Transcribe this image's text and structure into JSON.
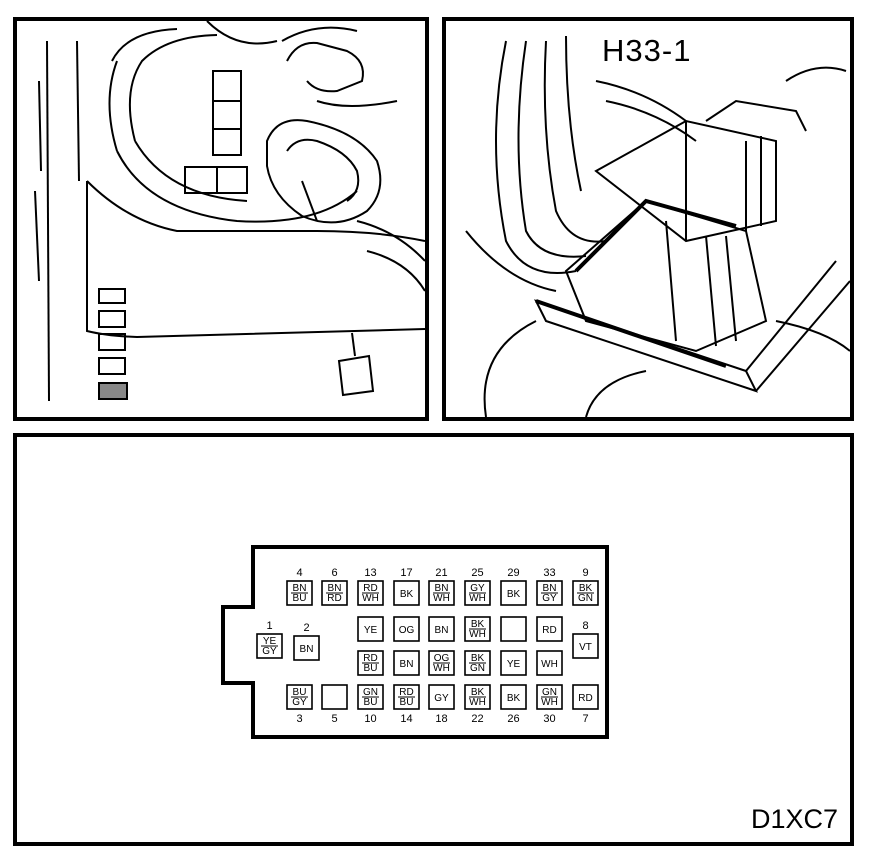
{
  "locator_label": "H33-1",
  "figure_code": "D1XC7",
  "connector": {
    "cells": [
      {
        "pin": "4",
        "colors": [
          "BN",
          "BU"
        ]
      },
      {
        "pin": "6",
        "colors": [
          "BN",
          "RD"
        ]
      },
      {
        "pin": "13",
        "colors": [
          "RD",
          "WH"
        ]
      },
      {
        "pin": "17",
        "colors": [
          "BK"
        ]
      },
      {
        "pin": "21",
        "colors": [
          "BN",
          "WH"
        ]
      },
      {
        "pin": "25",
        "colors": [
          "GY",
          "WH"
        ]
      },
      {
        "pin": "29",
        "colors": [
          "BK"
        ]
      },
      {
        "pin": "33",
        "colors": [
          "BN",
          "GY"
        ]
      },
      {
        "pin": "9",
        "colors": [
          "BK",
          "GN"
        ]
      },
      {
        "pin": "1",
        "colors": [
          "YE",
          "GY"
        ]
      },
      {
        "pin": "2",
        "colors": [
          "BN"
        ]
      },
      {
        "pin": "",
        "colors": [
          "YE"
        ]
      },
      {
        "pin": "",
        "colors": [
          "OG"
        ]
      },
      {
        "pin": "",
        "colors": [
          "BN"
        ]
      },
      {
        "pin": "",
        "colors": [
          "BK",
          "WH"
        ]
      },
      {
        "pin": "",
        "colors": []
      },
      {
        "pin": "",
        "colors": [
          "RD"
        ]
      },
      {
        "pin": "8",
        "colors": [
          "VT"
        ]
      },
      {
        "pin": "",
        "colors": [
          "RD",
          "BU"
        ]
      },
      {
        "pin": "",
        "colors": [
          "BN"
        ]
      },
      {
        "pin": "",
        "colors": [
          "OG",
          "WH"
        ]
      },
      {
        "pin": "",
        "colors": [
          "BK",
          "GN"
        ]
      },
      {
        "pin": "",
        "colors": [
          "YE"
        ]
      },
      {
        "pin": "",
        "colors": [
          "WH"
        ]
      },
      {
        "pin": "3",
        "colors": [
          "BU",
          "GY"
        ]
      },
      {
        "pin": "5",
        "colors": []
      },
      {
        "pin": "10",
        "colors": [
          "GN",
          "BU"
        ]
      },
      {
        "pin": "14",
        "colors": [
          "RD",
          "BU"
        ]
      },
      {
        "pin": "18",
        "colors": [
          "GY"
        ]
      },
      {
        "pin": "22",
        "colors": [
          "BK",
          "WH"
        ]
      },
      {
        "pin": "26",
        "colors": [
          "BK"
        ]
      },
      {
        "pin": "30",
        "colors": [
          "GN",
          "WH"
        ]
      },
      {
        "pin": "7",
        "colors": [
          "RD"
        ]
      }
    ]
  }
}
